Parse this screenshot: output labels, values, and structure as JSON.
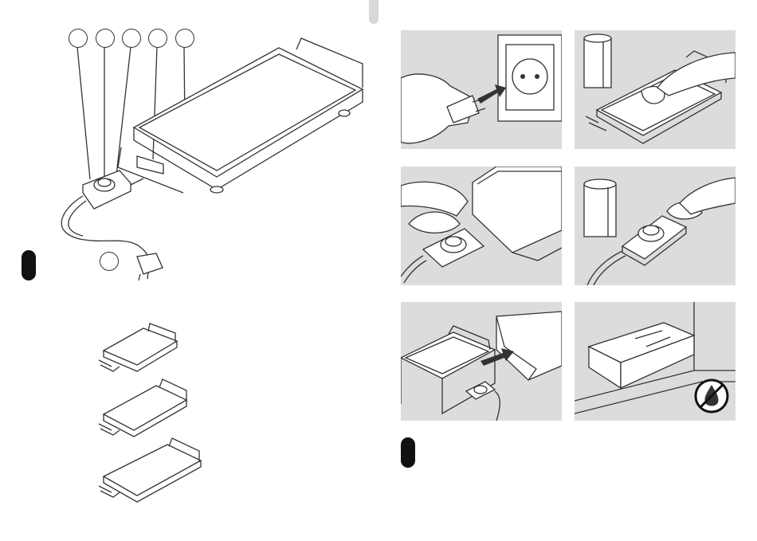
{
  "colors": {
    "panel_background": "#dcdcdc",
    "line_art": "#333333",
    "marker": "#111111",
    "spine_tab": "#d8d8d8"
  },
  "left_page": {
    "callouts": [
      "",
      "",
      "",
      "",
      "",
      ""
    ],
    "figure_marker": "",
    "size_variants": [
      "small",
      "medium",
      "large"
    ]
  },
  "right_page": {
    "panels": [
      {
        "id": "unplug",
        "icon": "plug-arrow-icon"
      },
      {
        "id": "wipe-plate",
        "icon": "paper-towel-icon"
      },
      {
        "id": "wipe-cord",
        "icon": "cloth-icon"
      },
      {
        "id": "wipe-controller",
        "icon": "paper-towel-icon"
      },
      {
        "id": "store-in-box",
        "icon": "arrow-icon"
      },
      {
        "id": "no-water",
        "icon": "no-water-icon"
      }
    ],
    "figure_marker": ""
  }
}
